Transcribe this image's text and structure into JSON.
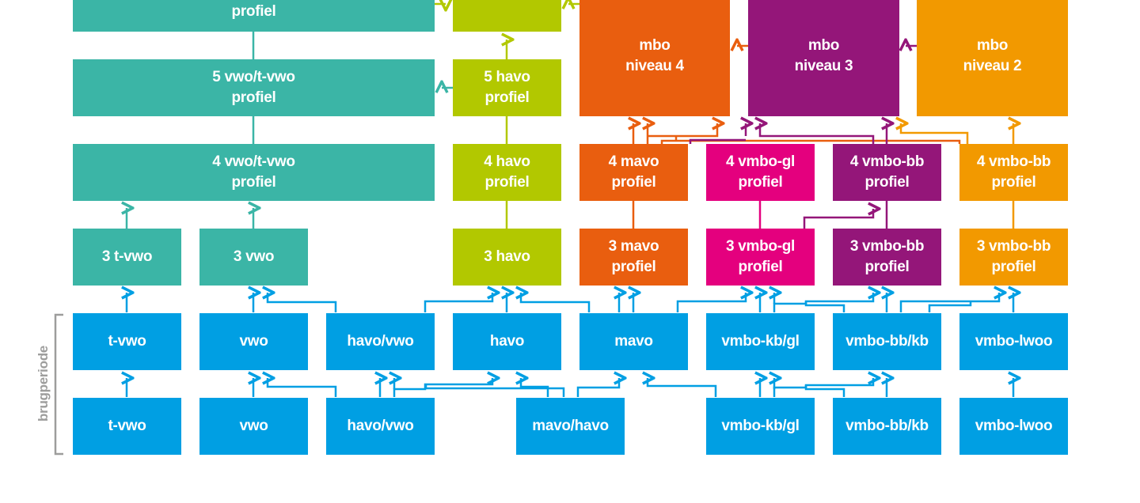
{
  "colors": {
    "teal": "#3bb5a6",
    "lime": "#b2c800",
    "orange": "#e95e0f",
    "purple": "#941679",
    "amber": "#f29900",
    "magenta": "#e4007e",
    "blue": "#009fe3",
    "grey": "#9d9d9c"
  },
  "side_label": "brugperiode",
  "boxes": {
    "vwo6": [
      "profiel"
    ],
    "havo6": [
      ""
    ],
    "mbo4": [
      "mbo",
      "niveau 4"
    ],
    "mbo3": [
      "mbo",
      "niveau 3"
    ],
    "mbo2": [
      "mbo",
      "niveau 2"
    ],
    "vwo5": [
      "5 vwo/t-vwo",
      "profiel"
    ],
    "havo5": [
      "5 havo",
      "profiel"
    ],
    "vwo4": [
      "4 vwo/t-vwo",
      "profiel"
    ],
    "havo4": [
      "4 havo",
      "profiel"
    ],
    "mavo4": [
      "4 mavo",
      "profiel"
    ],
    "gl4": [
      "4 vmbo-gl",
      "profiel"
    ],
    "bb4a": [
      "4 vmbo-bb",
      "profiel"
    ],
    "bb4b": [
      "4 vmbo-bb",
      "profiel"
    ],
    "tvwo3": [
      "3 t-vwo"
    ],
    "vwo3": [
      "3 vwo"
    ],
    "havo3": [
      "3 havo"
    ],
    "mavo3": [
      "3 mavo",
      "profiel"
    ],
    "gl3": [
      "3 vmbo-gl",
      "profiel"
    ],
    "bb3a": [
      "3 vmbo-bb",
      "profiel"
    ],
    "bb3b": [
      "3 vmbo-bb",
      "profiel"
    ],
    "r2_tvwo": [
      "t-vwo"
    ],
    "r2_vwo": [
      "vwo"
    ],
    "r2_havovwo": [
      "havo/vwo"
    ],
    "r2_havo": [
      "havo"
    ],
    "r2_mavo": [
      "mavo"
    ],
    "r2_kbgl": [
      "vmbo-kb/gl"
    ],
    "r2_bbkb": [
      "vmbo-bb/kb"
    ],
    "r2_lwoo": [
      "vmbo-lwoo"
    ],
    "r1_tvwo": [
      "t-vwo"
    ],
    "r1_vwo": [
      "vwo"
    ],
    "r1_havovwo": [
      "havo/vwo"
    ],
    "r1_mavohavo": [
      "mavo/havo"
    ],
    "r1_kbgl": [
      "vmbo-kb/gl"
    ],
    "r1_bbkb": [
      "vmbo-bb/kb"
    ],
    "r1_lwoo": [
      "vmbo-lwoo"
    ]
  }
}
